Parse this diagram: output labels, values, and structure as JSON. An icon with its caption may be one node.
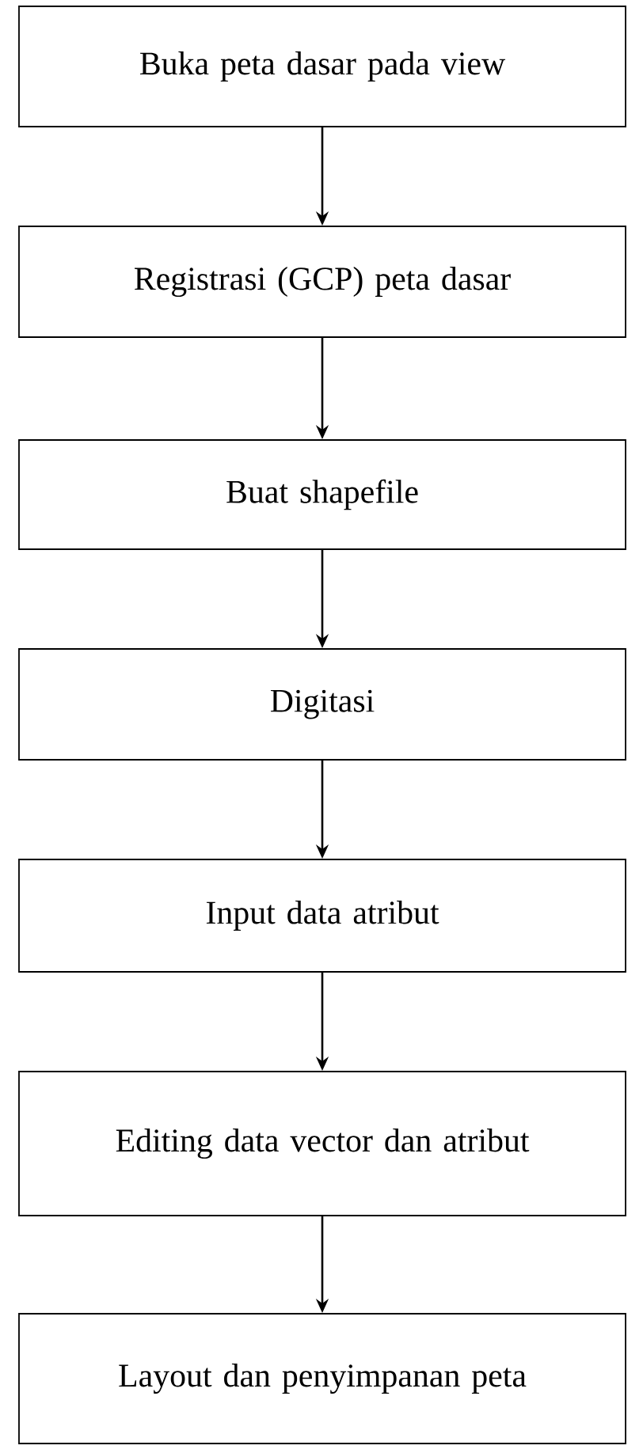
{
  "diagram": {
    "nodes": [
      {
        "text": [
          "Buka peta dasar pada view"
        ]
      },
      {
        "text": [
          "Registrasi (GCP) peta dasar"
        ]
      },
      {
        "text": [
          "Buat shapefile"
        ]
      },
      {
        "text": [
          "Digitasi"
        ]
      },
      {
        "text": [
          "Input data atribut"
        ]
      },
      {
        "text": [
          "Editing data vector dan atribut"
        ]
      },
      {
        "text": [
          "Layout dan penyimpanan peta"
        ]
      }
    ],
    "edges": [
      {
        "from": 0,
        "to": 1,
        "arrow": "to"
      },
      {
        "from": 1,
        "to": 2,
        "arrow": "to"
      },
      {
        "from": 2,
        "to": 3,
        "arrow": "to"
      },
      {
        "from": 3,
        "to": 4,
        "arrow": "to"
      },
      {
        "from": 4,
        "to": 5,
        "arrow": "to"
      },
      {
        "from": 5,
        "to": 6,
        "arrow": "to"
      }
    ]
  }
}
